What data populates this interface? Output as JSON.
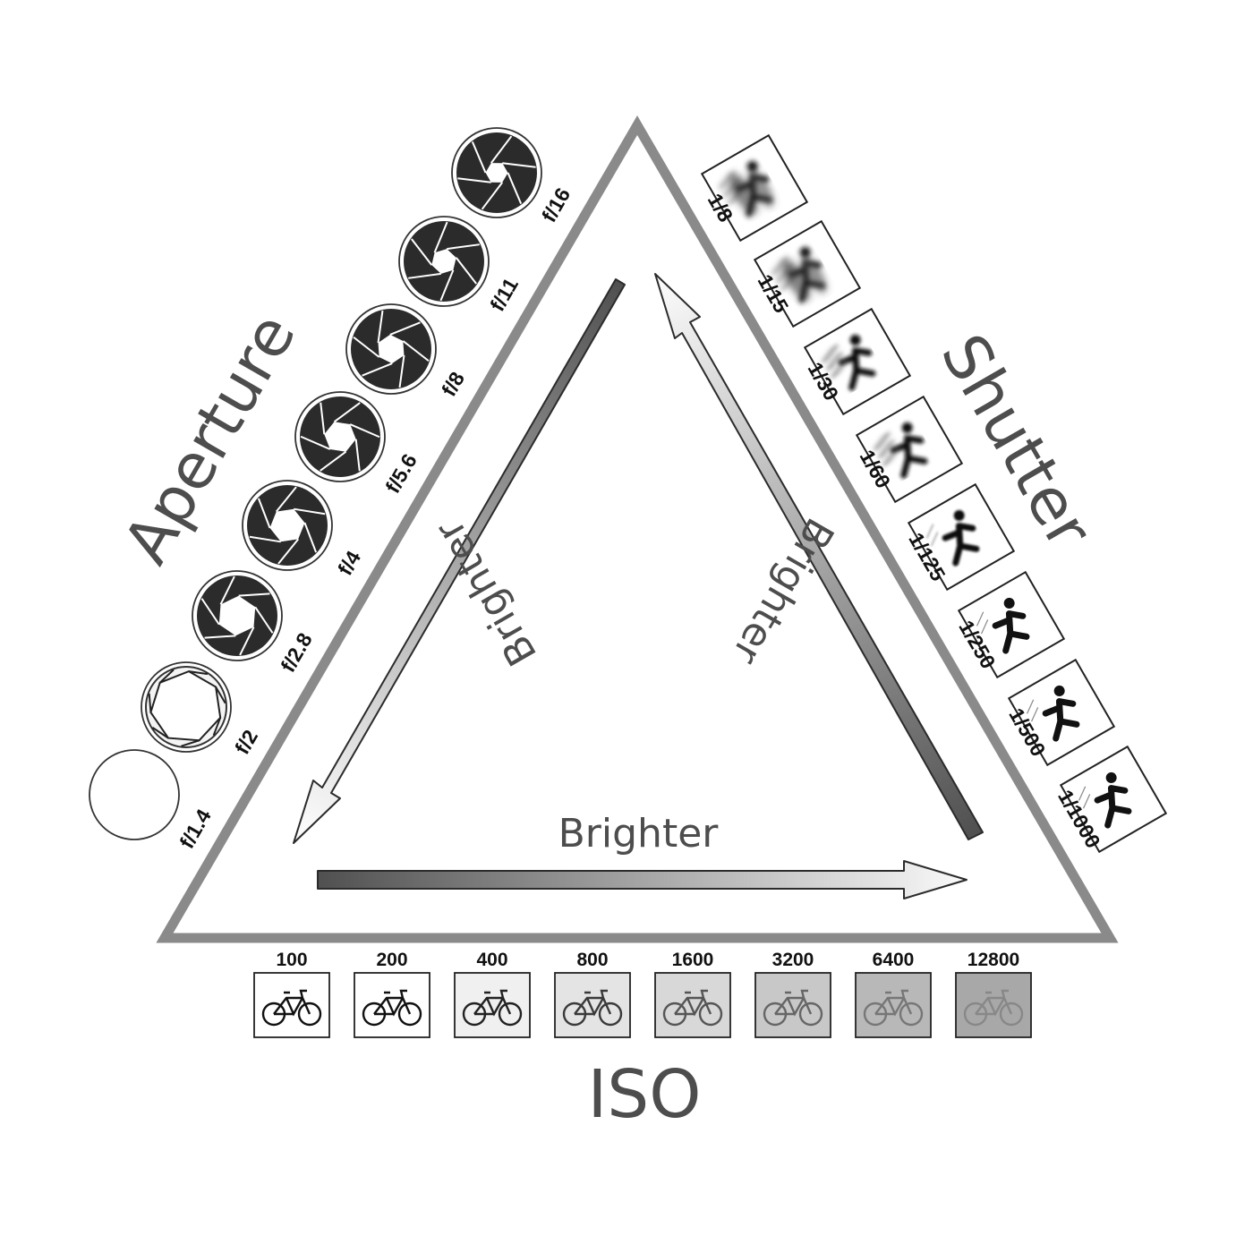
{
  "titles": {
    "aperture": "Aperture",
    "shutter": "Shutter",
    "iso": "ISO"
  },
  "arrows": {
    "aperture_label": "Brighter",
    "shutter_label": "Brighter",
    "iso_label": "Brighter"
  },
  "aperture": {
    "stops": [
      "f/1.4",
      "f/2",
      "f/2.8",
      "f/4",
      "f/5.6",
      "f/8",
      "f/11",
      "f/16"
    ],
    "icon": "aperture-blades-icon"
  },
  "shutter": {
    "speeds": [
      "1/8",
      "1/15",
      "1/30",
      "1/60",
      "1/125",
      "1/250",
      "1/500",
      "1/1000"
    ],
    "icon": "running-person-icon"
  },
  "iso": {
    "values": [
      "100",
      "200",
      "400",
      "800",
      "1600",
      "3200",
      "6400",
      "12800"
    ],
    "icon": "bicycle-icon"
  },
  "colors": {
    "triangle_stroke": "#8a8a8a",
    "text": "#4d4d4d",
    "icon_dark": "#2b2b2b"
  }
}
